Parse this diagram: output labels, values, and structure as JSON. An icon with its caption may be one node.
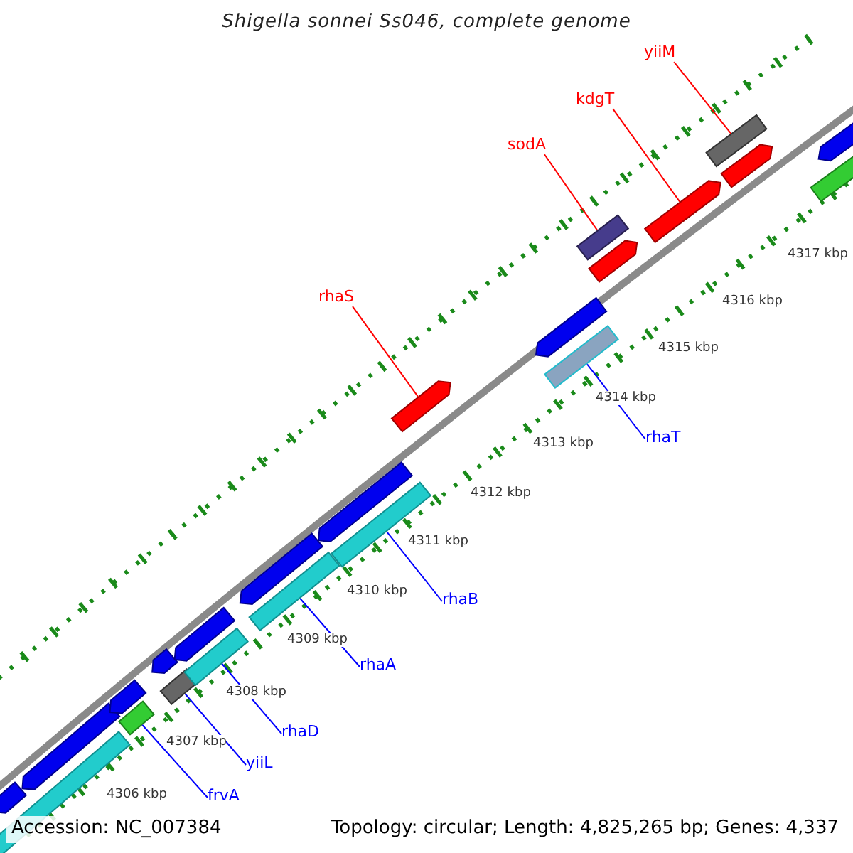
{
  "diagram": {
    "title": "Shigella sonnei Ss046, complete genome",
    "nodes": [
      {
        "text": [
          "yiiM"
        ]
      },
      {
        "text": [
          "kdgT"
        ]
      },
      {
        "text": [
          "sodA"
        ]
      },
      {
        "text": [
          "rhaS"
        ]
      },
      {
        "text": [
          "rhaT"
        ]
      },
      {
        "text": [
          "rhaB"
        ]
      },
      {
        "text": [
          "rhaA"
        ]
      },
      {
        "text": [
          "rhaD"
        ]
      },
      {
        "text": [
          "yiiL"
        ]
      },
      {
        "text": [
          "frvA"
        ]
      },
      {
        "text": [],
        "shape": "bar"
      },
      {
        "text": [],
        "shape": "bar"
      },
      {
        "text": [],
        "shape": "bar"
      },
      {
        "text": [],
        "shape": "bar"
      },
      {
        "text": [],
        "shape": "bar"
      },
      {
        "text": [],
        "shape": "bar"
      },
      {
        "text": [],
        "shape": "bar"
      },
      {
        "text": [],
        "shape": "bar"
      },
      {
        "text": [],
        "shape": "bar"
      },
      {
        "text": [],
        "shape": "bar"
      }
    ],
    "edges": [
      {
        "from": 0,
        "to": 19,
        "arrow": "none",
        "color": "#ff0000"
      },
      {
        "from": 1,
        "to": 18,
        "arrow": "none",
        "color": "#ff0000"
      },
      {
        "from": 2,
        "to": 17,
        "arrow": "none",
        "color": "#ff0000"
      },
      {
        "from": 3,
        "to": 15,
        "arrow": "none",
        "color": "#ff0000"
      },
      {
        "from": 4,
        "to": 16,
        "arrow": "none",
        "color": "#0000ff"
      },
      {
        "from": 5,
        "to": 14,
        "arrow": "none",
        "color": "#0000ff"
      },
      {
        "from": 6,
        "to": 13,
        "arrow": "none",
        "color": "#0000ff"
      },
      {
        "from": 7,
        "to": 12,
        "arrow": "none",
        "color": "#0000ff"
      },
      {
        "from": 8,
        "to": 11,
        "arrow": "none",
        "color": "#0000ff"
      },
      {
        "from": 9,
        "to": 10,
        "arrow": "none",
        "color": "#0000ff"
      }
    ],
    "labels": [
      "4317 kbp",
      "4316 kbp",
      "4315 kbp",
      "4314 kbp",
      "4313 kbp",
      "4312 kbp",
      "4311 kbp",
      "4310 kbp",
      "4309 kbp",
      "4308 kbp",
      "4307 kbp",
      "4306 kbp",
      "Accession: NC_007384",
      "Topology: circular; Length: 4,825,265 bp; Genes: 4,337"
    ]
  }
}
